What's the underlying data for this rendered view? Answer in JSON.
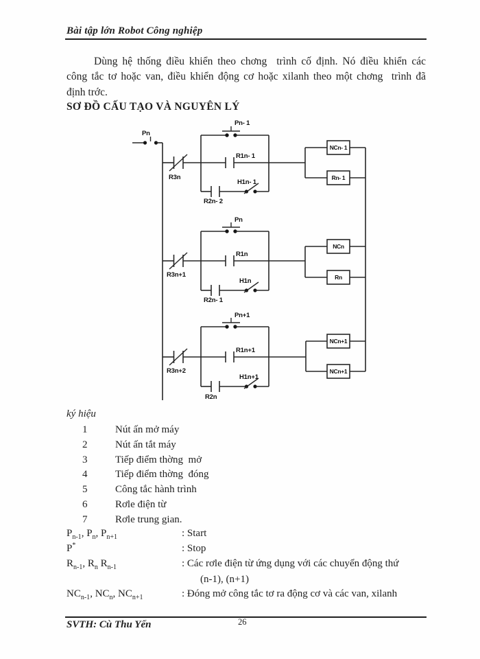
{
  "colors": {
    "ink": "#1f1f1f",
    "paper": "#fefefe"
  },
  "header": {
    "title": "Bài tập lớn Robot Công nghiệp"
  },
  "intro": {
    "lines": [
      "Dùng hệ thống điều khiển theo chơng  trình cố định. Nó điều khiển các",
      "công tắc tơ hoặc van, điều khiển động cơ hoặc xilanh theo một chơng  trình đã",
      "định trớc."
    ]
  },
  "section": {
    "heading": "SƠ ĐỒ CẤU TẠO VÀ NGUYÊN LÝ"
  },
  "diagram": {
    "start_button_label": "Pn",
    "rungs": [
      {
        "nc": "R3n",
        "pb": "Pn- 1",
        "no": "R1n- 1",
        "r2": "R2n- 2",
        "ls": "H1n- 1",
        "coil_top": "NCn- 1",
        "coil_bot": "Rn- 1"
      },
      {
        "nc": "R3n+1",
        "pb": "Pn",
        "no": "R1n",
        "r2": "R2n- 1",
        "ls": "H1n",
        "coil_top": "NCn",
        "coil_bot": "Rn"
      },
      {
        "nc": "R3n+2",
        "pb": "Pn+1",
        "no": "R1n+1",
        "r2": "R2n",
        "ls": "H1n+1",
        "coil_top": "NCn+1",
        "coil_bot": "NCn+1"
      }
    ]
  },
  "legend": {
    "title": "ký hiệu",
    "items": [
      {
        "num": "1",
        "label": "Nút ấn mở máy"
      },
      {
        "num": "2",
        "label": "Nút ấn tắt máy"
      },
      {
        "num": "3",
        "label": "Tiếp điểm thờng  mở"
      },
      {
        "num": "4",
        "label": "Tiếp điểm thờng  đóng"
      },
      {
        "num": "5",
        "label": "Công tắc hành trình"
      },
      {
        "num": "6",
        "label": "Rơle điện từ"
      },
      {
        "num": "7",
        "label": "Rơle trung gian."
      }
    ]
  },
  "definitions": [
    {
      "term": [
        "P",
        "sub:n-1",
        ", P",
        "sub:n",
        ", P",
        "sub:n+1"
      ],
      "desc": ": Start"
    },
    {
      "term": [
        "P",
        "sup:*"
      ],
      "desc": ": Stop"
    },
    {
      "term": [
        "R",
        "sub:n-1",
        ", R",
        "sub:n",
        " R",
        "sub:n-1"
      ],
      "desc": ": Các rơle điện từ ứng dụng với các chuyển động thứ",
      "desc2": "(n-1), (n+1)"
    },
    {
      "term": [
        "NC",
        "sub:n-1",
        ", NC",
        "sub:n",
        ", NC",
        "sub:n+1"
      ],
      "desc": ": Đóng mở công tắc tơ ra động cơ và các van, xilanh"
    }
  ],
  "footer": {
    "author": "SVTH: Cù Thu Yến",
    "page_number": "26"
  }
}
